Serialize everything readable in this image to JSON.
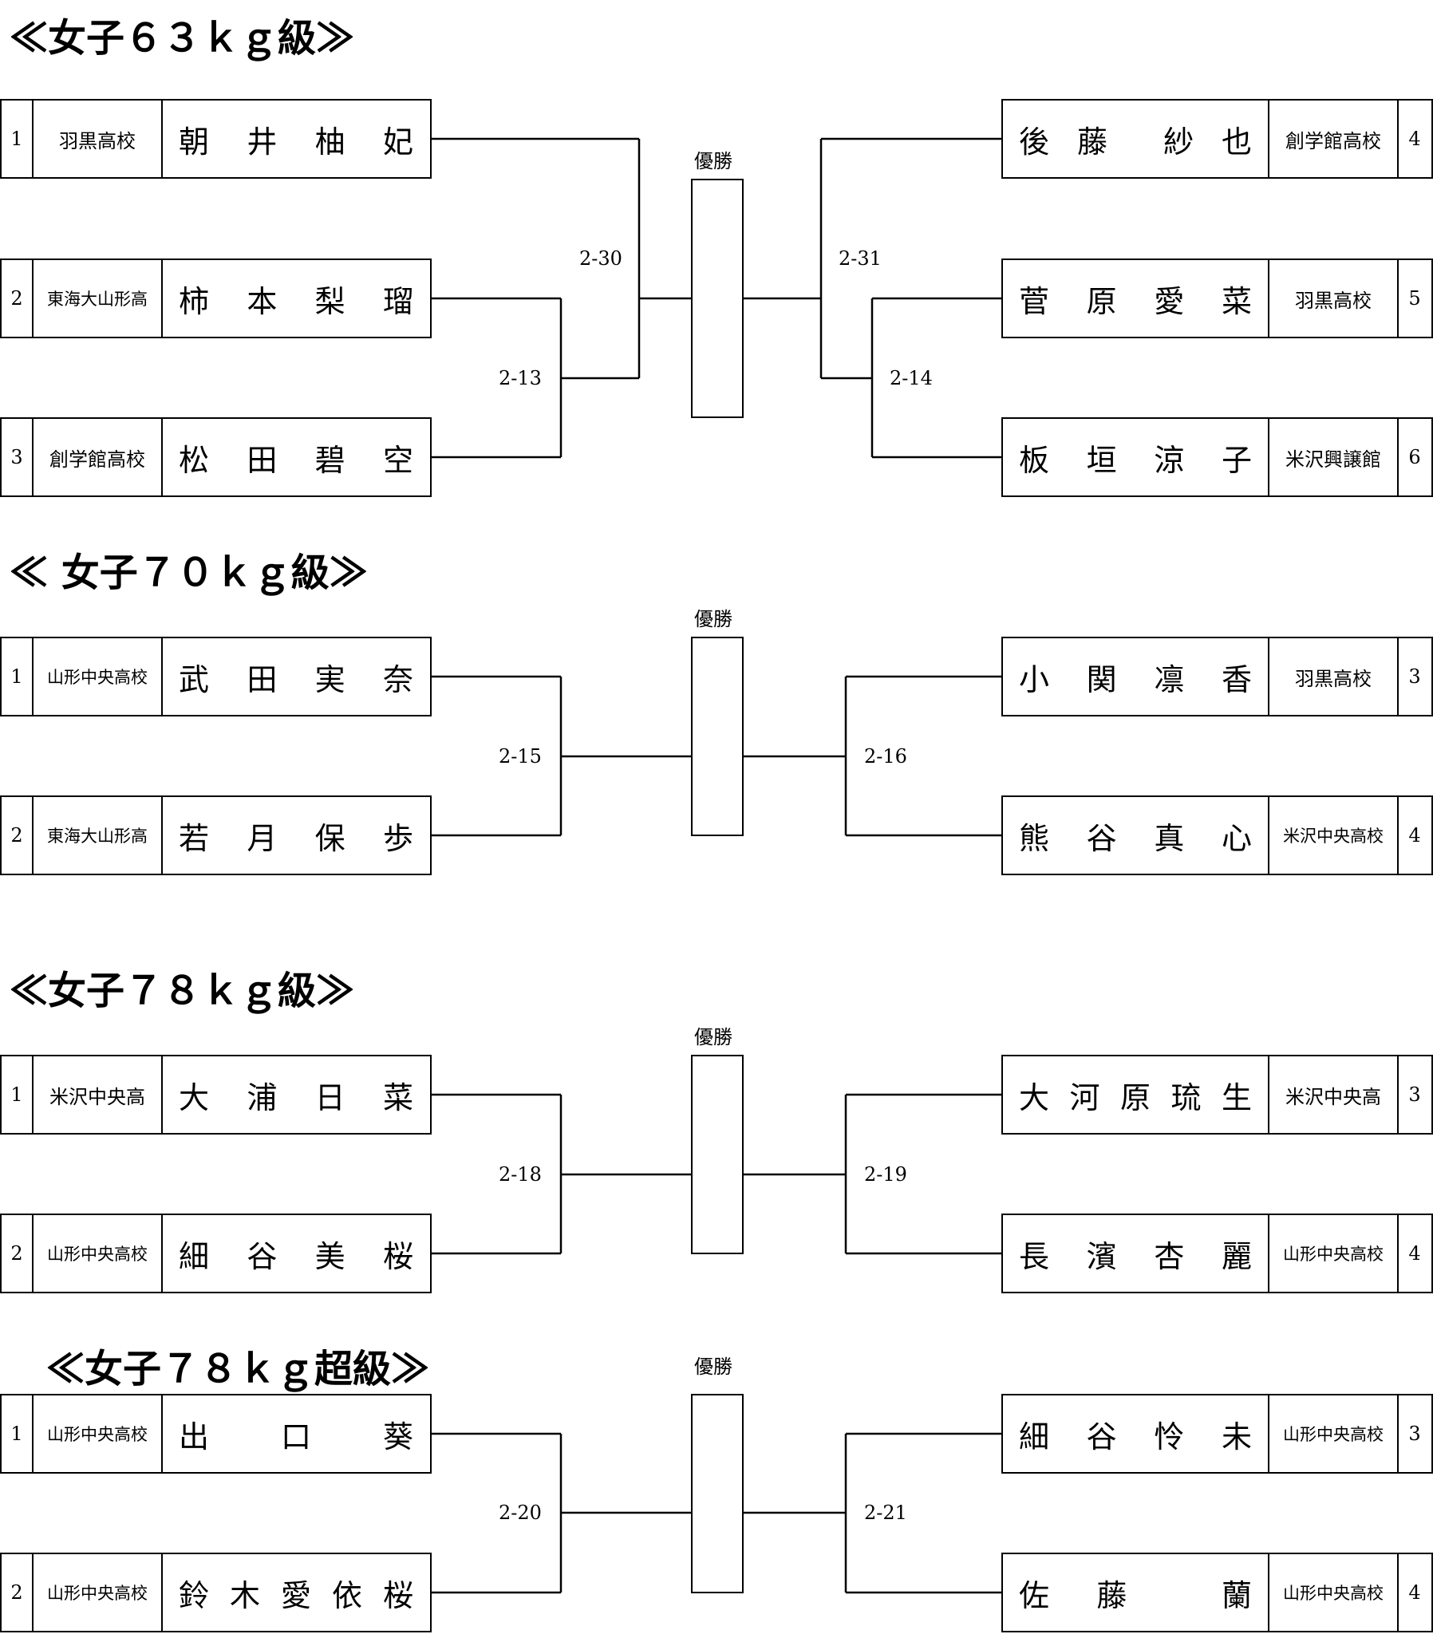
{
  "winner_label": "優勝",
  "brackets": [
    {
      "title": "≪女子６３ｋｇ級≫",
      "left": [
        {
          "seed": "1",
          "school": "羽黒高校",
          "name": [
            "朝",
            "井",
            "柚",
            "妃"
          ]
        },
        {
          "seed": "2",
          "school": "東海大山形高",
          "name": [
            "柿",
            "本",
            "梨",
            "瑠"
          ]
        },
        {
          "seed": "3",
          "school": "創学館高校",
          "name": [
            "松",
            "田",
            "碧",
            "空"
          ]
        }
      ],
      "right": [
        {
          "seed": "4",
          "school": "創学館高校",
          "name": [
            "後",
            "藤",
            "",
            "紗",
            "也"
          ]
        },
        {
          "seed": "5",
          "school": "羽黒高校",
          "name": [
            "菅",
            "原",
            "愛",
            "菜"
          ]
        },
        {
          "seed": "6",
          "school": "米沢興譲館",
          "name": [
            "板",
            "垣",
            "涼",
            "子"
          ]
        }
      ],
      "matches": [
        "2-30",
        "2-13",
        "2-31",
        "2-14"
      ]
    },
    {
      "title": "≪ 女子７０ｋｇ級≫",
      "left": [
        {
          "seed": "1",
          "school": "山形中央高校",
          "name": [
            "武",
            "田",
            "実",
            "奈"
          ]
        },
        {
          "seed": "2",
          "school": "東海大山形高",
          "name": [
            "若",
            "月",
            "保",
            "歩"
          ]
        }
      ],
      "right": [
        {
          "seed": "3",
          "school": "羽黒高校",
          "name": [
            "小",
            "関",
            "凛",
            "香"
          ]
        },
        {
          "seed": "4",
          "school": "米沢中央高校",
          "name": [
            "熊",
            "谷",
            "真",
            "心"
          ]
        }
      ],
      "matches": [
        "2-15",
        "2-16"
      ]
    },
    {
      "title": "≪女子７８ｋｇ級≫",
      "left": [
        {
          "seed": "1",
          "school": "米沢中央高",
          "name": [
            "大",
            "浦",
            "日",
            "菜"
          ]
        },
        {
          "seed": "2",
          "school": "山形中央高校",
          "name": [
            "細",
            "谷",
            "美",
            "桜"
          ]
        }
      ],
      "right": [
        {
          "seed": "3",
          "school": "米沢中央高",
          "name": [
            "大",
            "河",
            "原",
            "琉",
            "生"
          ]
        },
        {
          "seed": "4",
          "school": "山形中央高校",
          "name": [
            "長",
            "濱",
            "杏",
            "麗"
          ]
        }
      ],
      "matches": [
        "2-18",
        "2-19"
      ]
    },
    {
      "title": "≪女子７８ｋｇ超級≫",
      "left": [
        {
          "seed": "1",
          "school": "山形中央高校",
          "name": [
            "出",
            "口",
            "葵"
          ]
        },
        {
          "seed": "2",
          "school": "山形中央高校",
          "name": [
            "鈴",
            "木",
            "愛",
            "依",
            "桜"
          ]
        }
      ],
      "right": [
        {
          "seed": "3",
          "school": "山形中央高校",
          "name": [
            "細",
            "谷",
            "怜",
            "未"
          ]
        },
        {
          "seed": "4",
          "school": "山形中央高校",
          "name": [
            "佐",
            "藤",
            "",
            "蘭"
          ]
        }
      ],
      "matches": [
        "2-20",
        "2-21"
      ]
    }
  ]
}
